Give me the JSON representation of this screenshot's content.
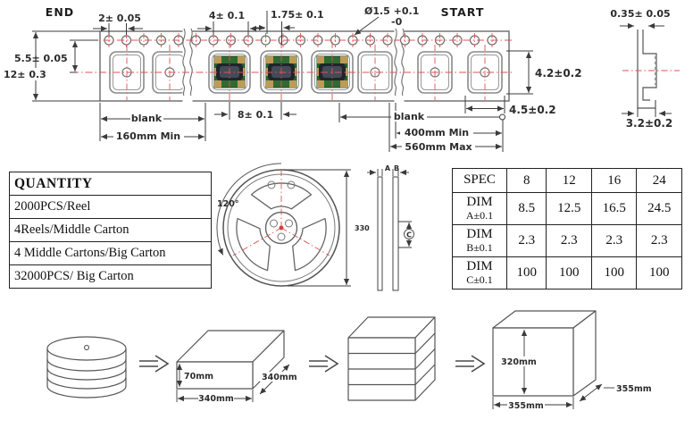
{
  "tape": {
    "end_label": "END",
    "start_label": "START",
    "pitch_2": "2± 0.05",
    "pitch_4": "4± 0.1",
    "hole_to_pocket": "1.75± 0.1",
    "hole_dia": "Ø1.5 +0.1",
    "hole_dia_tol": "-0",
    "hole_edge_offset": "5.5± 0.05",
    "tape_width": "12± 0.3",
    "pocket_length": "4.2±0.2",
    "pocket_width": "4.5±0.2",
    "pocket_pitch": "8± 0.1",
    "blank_left": "blank",
    "blank_right": "blank",
    "leader_min": "160mm Min",
    "trailer_min": "400mm Min",
    "trailer_max": "560mm Max"
  },
  "cross_section": {
    "top_width": "0.35± 0.05",
    "bottom_width": "3.2±0.2"
  },
  "quantity_table": {
    "header": "QUANTITY",
    "rows": [
      "2000PCS/Reel",
      "4Reels/Middle Carton",
      "4 Middle Cartons/Big Carton",
      "32000PCS/ Big Carton"
    ]
  },
  "reel": {
    "angle_label": "120°",
    "diameter_label": "330",
    "dim_a_label": "A",
    "dim_b_label": "B",
    "dim_c_label": "C"
  },
  "spec_table": {
    "columns": [
      "SPEC",
      "8",
      "12",
      "16",
      "24"
    ],
    "rows": [
      {
        "name": "DIM",
        "sub": "A±0.1",
        "values": [
          "8.5",
          "12.5",
          "16.5",
          "24.5"
        ]
      },
      {
        "name": "DIM",
        "sub": "B±0.1",
        "values": [
          "2.3",
          "2.3",
          "2.3",
          "2.3"
        ]
      },
      {
        "name": "DIM",
        "sub": "C±0.1",
        "values": [
          "100",
          "100",
          "100",
          "100"
        ]
      }
    ]
  },
  "packaging": {
    "middle_carton": {
      "height": "70mm",
      "width": "340mm",
      "depth": "340mm"
    },
    "big_carton": {
      "height": "320mm",
      "width": "355mm",
      "depth": "355mm"
    }
  },
  "colors": {
    "red": "#e05353",
    "pcb": "#2e6b33",
    "pad": "#c09a55",
    "chip": "#20252c",
    "line": "#3b3b3b"
  }
}
